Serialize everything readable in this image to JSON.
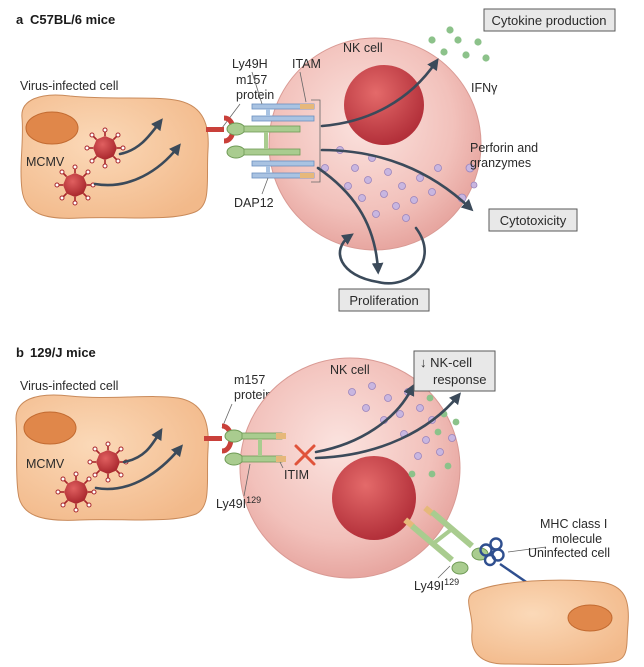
{
  "panel_a": {
    "title_letter": "a",
    "title_text": "C57BL/6 mice",
    "virus_infected_cell": "Virus-infected cell",
    "mcmv": "MCMV",
    "m157_line1": "m157",
    "m157_line2": "protein",
    "ly49h": "Ly49H",
    "itam": "ITAM",
    "dap12": "DAP12",
    "nk_cell": "NK cell",
    "ifn": "IFNγ",
    "cytokine_production": "Cytokine production",
    "perforin_line1": "Perforin and",
    "perforin_line2": "granzymes",
    "cytotoxicity": "Cytotoxicity",
    "proliferation": "Proliferation"
  },
  "panel_b": {
    "title_letter": "b",
    "title_text": "129/J mice",
    "virus_infected_cell": "Virus-infected cell",
    "mcmv": "MCMV",
    "m157_line1": "m157",
    "m157_line2": "protein",
    "nk_cell": "NK cell",
    "response_line1": "↓ NK-cell",
    "response_line2": "response",
    "itim": "ITIM",
    "ly49i_main": "Ly49I",
    "ly49i_sup": "129",
    "ly49i2_main": "Ly49I",
    "ly49i2_sup": "129",
    "mhc_line1": "MHC class I",
    "mhc_line2": "molecule",
    "uninfected_cell": "Uninfected cell"
  },
  "colors": {
    "infected_cell": "#f6c9a0",
    "nucleus": "#e0874a",
    "virus": "#c9403a",
    "nk_cell": "#f4c4bf",
    "nk_nucleus": "#d2454a",
    "receptor_green": "#a9cc8f",
    "receptor_blue": "#a9c3e2",
    "granule_purple": "#c8b6e0",
    "cytokine_green": "#8cc28a",
    "inhibition_cross": "#e0533a",
    "mhc_blue": "#2f4f8f",
    "arrow": "#3b4a5a"
  }
}
